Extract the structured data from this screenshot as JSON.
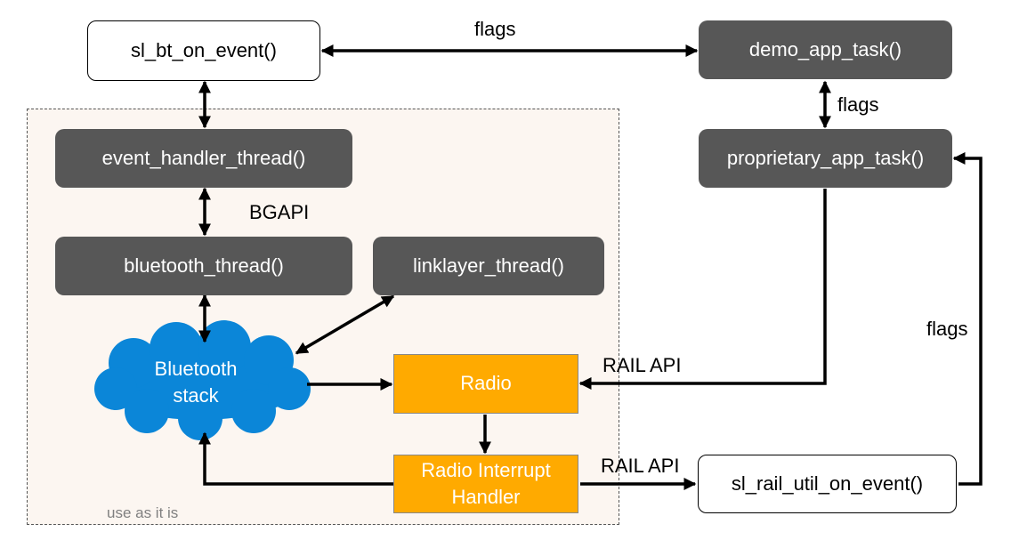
{
  "nodes": {
    "sl_bt_on_event": "sl_bt_on_event()",
    "demo_app_task": "demo_app_task()",
    "event_handler_thread": "event_handler_thread()",
    "proprietary_app_task": "proprietary_app_task()",
    "bluetooth_thread": "bluetooth_thread()",
    "linklayer_thread": "linklayer_thread()",
    "bluetooth_stack_line1": "Bluetooth",
    "bluetooth_stack_line2": "stack",
    "radio": "Radio",
    "radio_interrupt_line1": "Radio Interrupt",
    "radio_interrupt_line2": "Handler",
    "sl_rail_util_on_event": "sl_rail_util_on_event()"
  },
  "edge_labels": {
    "flags_top": "flags",
    "flags_right_upper": "flags",
    "flags_right_lower": "flags",
    "bgapi": "BGAPI",
    "rail_api_radio": "RAIL API",
    "rail_api_interrupt": "RAIL API"
  },
  "region_label": "use as it is",
  "colors": {
    "dark_box": "#575757",
    "orange_box": "#ffaa00",
    "cloud": "#0b86d8",
    "region_fill": "#fcf6f1"
  }
}
